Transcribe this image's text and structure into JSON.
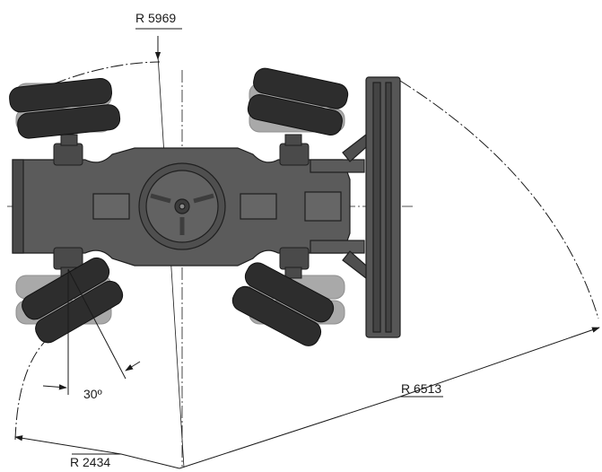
{
  "labels": {
    "r5969": "R 5969",
    "r6513": "R 6513",
    "r2434": "R 2434",
    "angle": "30º"
  },
  "colors": {
    "body": "#5b5b5b",
    "body_dark": "#3c3c3c",
    "tire": "#2d2d2d",
    "tire_shadow": "#a9a9a9",
    "blade": "#565656",
    "line": "#1a1a1a",
    "background": "#ffffff"
  }
}
